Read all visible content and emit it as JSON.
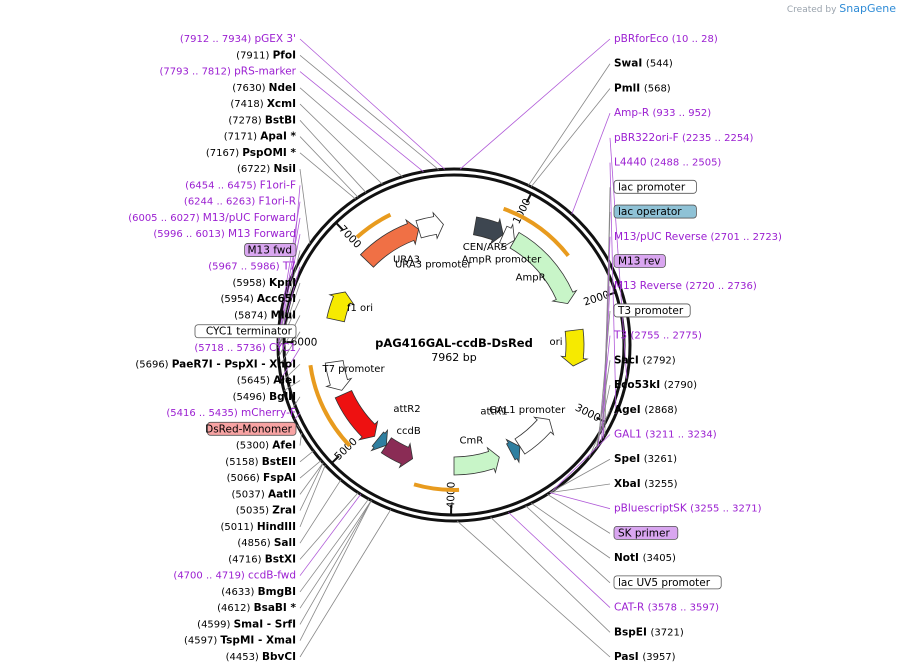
{
  "credit": {
    "prefix": "Created by",
    "brand": "SnapGene"
  },
  "plasmid": {
    "name": "pAG416GAL-ccdB-DsRed",
    "size": "7962 bp"
  },
  "ticks": [
    {
      "label": "1000",
      "angle": 27
    },
    {
      "label": "2000",
      "angle": 72
    },
    {
      "label": "3000",
      "angle": 117
    },
    {
      "label": "4000",
      "angle": 181
    },
    {
      "label": "5000",
      "angle": 226
    },
    {
      "label": "6000",
      "angle": 271
    },
    {
      "label": "7000",
      "angle": 316
    }
  ],
  "features": [
    {
      "name": "CEN/ARS",
      "color": "#3d4650",
      "a1": 10,
      "a2": 24,
      "dir": "cw"
    },
    {
      "name": "AmpR promoter",
      "color": "#ffffff",
      "a1": 24,
      "a2": 30,
      "dir": "cw"
    },
    {
      "name": "AmpR",
      "color": "#c8f5c8",
      "a1": 30,
      "a2": 70,
      "dir": "cw"
    },
    {
      "name": "ori",
      "color": "#f6ea00",
      "a1": 83,
      "a2": 100,
      "dir": "cw"
    },
    {
      "name": "GAL1 promoter",
      "color": "#ffffff",
      "a1": 128,
      "a2": 147,
      "dir": "ccw"
    },
    {
      "name": "attR1",
      "color": "#2f7fa0",
      "a1": 147,
      "a2": 152,
      "dir": "ccw"
    },
    {
      "name": "CmR",
      "color": "#c8f5c8",
      "a1": 158,
      "a2": 180,
      "dir": "ccw"
    },
    {
      "name": "ccdB",
      "color": "#8a2c55",
      "a1": 200,
      "a2": 214,
      "dir": "ccw"
    },
    {
      "name": "attR2",
      "color": "#2f7fa0",
      "a1": 214,
      "a2": 219,
      "dir": "ccw"
    },
    {
      "name": "DsRed",
      "color": "#ee1111",
      "a1": 221,
      "a2": 246,
      "dir": "ccw"
    },
    {
      "name": "T7 promoter",
      "color": "#ffffff",
      "a1": 248,
      "a2": 262,
      "dir": "ccw"
    },
    {
      "name": "f1 ori",
      "color": "#f6ea00",
      "a1": 282,
      "a2": 296,
      "dir": "cw"
    },
    {
      "name": "URA3",
      "color": "#f07045",
      "a1": 314,
      "a2": 343,
      "dir": "cw"
    },
    {
      "name": "URA3 promoter",
      "color": "#ffffff",
      "a1": 343,
      "a2": 355,
      "dir": "cw"
    }
  ],
  "center_labels": [
    {
      "text": "CEN/ARS"
    },
    {
      "text": "AmpR promoter"
    },
    {
      "text": "AmpR"
    },
    {
      "text": "ori"
    },
    {
      "text": "GAL1 promoter"
    },
    {
      "text": "attR1"
    },
    {
      "text": "CmR"
    },
    {
      "text": "ccdB"
    },
    {
      "text": "attR2"
    },
    {
      "text": "T7 promoter"
    },
    {
      "text": "f1 ori"
    },
    {
      "text": "URA3"
    },
    {
      "text": "URA3 promoter"
    }
  ],
  "outer_labels": [
    {
      "kind": "enz",
      "pos": "(7911)",
      "name": "PfoI",
      "angle": 355
    },
    {
      "kind": "prim",
      "pos": "(7912 .. 7934)",
      "name": "pGEX 3'",
      "angle": 357
    },
    {
      "kind": "prim",
      "pos": "(10 .. 28)",
      "name": "pBRforEco",
      "angle": 2
    },
    {
      "kind": "prim",
      "pos": "(7793 .. 7812)",
      "name": "pRS-marker",
      "angle": 350
    },
    {
      "kind": "enz",
      "pos": "(7630)",
      "name": "NdeI",
      "angle": 343
    },
    {
      "kind": "enz",
      "pos": "(7418)",
      "name": "XcmI",
      "angle": 336
    },
    {
      "kind": "enz",
      "pos": "(7278)",
      "name": "BstBI",
      "angle": 330
    },
    {
      "kind": "enz",
      "pos": "(7171)",
      "name": "ApaI *",
      "angle": 327
    },
    {
      "kind": "enz",
      "pos": "(7167)",
      "name": "PspOMI *",
      "angle": 326
    },
    {
      "kind": "enz",
      "pos": "(6722)",
      "name": "NsiI",
      "angle": 305
    },
    {
      "kind": "prim",
      "pos": "(6454 .. 6475)",
      "name": "F1ori-F",
      "angle": 293
    },
    {
      "kind": "prim",
      "pos": "(6244 .. 6263)",
      "name": "F1ori-R",
      "angle": 284
    },
    {
      "kind": "prim",
      "pos": "(6005 .. 6027)",
      "name": "M13/pUC Forward",
      "angle": 272
    },
    {
      "kind": "prim",
      "pos": "(5996 .. 6013)",
      "name": "M13 Forward",
      "angle": 271
    },
    {
      "kind": "box",
      "name": "M13 fwd",
      "angle": 271
    },
    {
      "kind": "prim",
      "pos": "(5967 .. 5986)",
      "name": "T7",
      "angle": 270
    },
    {
      "kind": "enz",
      "pos": "(5958)",
      "name": "KpnI",
      "angle": 269
    },
    {
      "kind": "enz",
      "pos": "(5954)",
      "name": "Acc65I",
      "angle": 269
    },
    {
      "kind": "enz",
      "pos": "(5874)",
      "name": "MluI",
      "angle": 266
    },
    {
      "kind": "box",
      "name": "CYC1 terminator",
      "angle": 263
    },
    {
      "kind": "prim",
      "pos": "(5718 .. 5736)",
      "name": "CYC1",
      "angle": 259
    },
    {
      "kind": "enz",
      "pos": "(5696)",
      "name": "PaeR7I  - PspXI  - XhoI",
      "angle": 258
    },
    {
      "kind": "enz",
      "pos": "(5645)",
      "name": "AleI",
      "angle": 255
    },
    {
      "kind": "enz",
      "pos": "(5496)",
      "name": "BglII",
      "angle": 248
    },
    {
      "kind": "prim",
      "pos": "(5416 .. 5435)",
      "name": "mCherry-F",
      "angle": 245
    },
    {
      "kind": "box",
      "name": "DsRed-Monomer",
      "angle": 243
    },
    {
      "kind": "enz",
      "pos": "(5300)",
      "name": "AfeI",
      "angle": 240
    },
    {
      "kind": "enz",
      "pos": "(5158)",
      "name": "BstEII",
      "angle": 233
    },
    {
      "kind": "enz",
      "pos": "(5066)",
      "name": "FspAI",
      "angle": 229
    },
    {
      "kind": "enz",
      "pos": "(5037)",
      "name": "AatII",
      "angle": 228
    },
    {
      "kind": "enz",
      "pos": "(5035)",
      "name": "ZraI",
      "angle": 228
    },
    {
      "kind": "enz",
      "pos": "(5011)",
      "name": "HindIII",
      "angle": 227
    },
    {
      "kind": "enz",
      "pos": "(4856)",
      "name": "SalI",
      "angle": 220
    },
    {
      "kind": "enz",
      "pos": "(4716)",
      "name": "BstXI",
      "angle": 213
    },
    {
      "kind": "prim",
      "pos": "(4700 .. 4719)",
      "name": "ccdB-fwd",
      "angle": 212
    },
    {
      "kind": "enz",
      "pos": "(4633)",
      "name": "BmgBI",
      "angle": 209
    },
    {
      "kind": "enz",
      "pos": "(4612)",
      "name": "BsaBI *",
      "angle": 208
    },
    {
      "kind": "enz",
      "pos": "(4599)",
      "name": "SmaI  - SrfI",
      "angle": 208
    },
    {
      "kind": "enz",
      "pos": "(4597)",
      "name": "TspMI  - XmaI",
      "angle": 208
    },
    {
      "kind": "enz",
      "pos": "(4453)",
      "name": "BbvCI",
      "angle": 201
    },
    {
      "kind": "enz",
      "pos": "(3957)",
      "name": "PasI",
      "angle": 179
    },
    {
      "kind": "enz",
      "pos": "(3721)",
      "name": "BspEI",
      "angle": 168
    },
    {
      "kind": "prim",
      "pos": "(3578 .. 3597)",
      "name": "CAT-R",
      "angle": 162
    },
    {
      "kind": "box",
      "name": "lac UV5 promoter",
      "angle": 156
    },
    {
      "kind": "enz",
      "pos": "(3405)",
      "name": "NotI",
      "angle": 154
    },
    {
      "kind": "box",
      "name": "SK primer",
      "angle": 148
    },
    {
      "kind": "enz",
      "pos": "(3261)",
      "name": "SpeI",
      "angle": 147
    },
    {
      "kind": "enz",
      "pos": "(3255)",
      "name": "XbaI",
      "angle": 147
    },
    {
      "kind": "prim",
      "pos": "(3255 .. 3271)",
      "name": "pBluescriptSK",
      "angle": 147
    },
    {
      "kind": "prim",
      "pos": "(3211 .. 3234)",
      "name": "GAL1",
      "angle": 146
    },
    {
      "kind": "enz",
      "pos": "(2868)",
      "name": "AgeI",
      "angle": 130
    },
    {
      "kind": "enz",
      "pos": "(2792)",
      "name": "SacI",
      "angle": 126
    },
    {
      "kind": "enz",
      "pos": "(2790)",
      "name": "Eco53kI",
      "angle": 126
    },
    {
      "kind": "box",
      "name": "T3 promoter",
      "angle": 125
    },
    {
      "kind": "prim",
      "pos": "(2755 .. 2775)",
      "name": "T3",
      "angle": 125
    },
    {
      "kind": "box",
      "name": "M13 rev",
      "angle": 123
    },
    {
      "kind": "prim",
      "pos": "(2720 .. 2736)",
      "name": "M13 Reverse",
      "angle": 123
    },
    {
      "kind": "box",
      "name": "lac operator",
      "angle": 122
    },
    {
      "kind": "prim",
      "pos": "(2701 .. 2723)",
      "name": "M13/pUC Reverse",
      "angle": 122
    },
    {
      "kind": "box",
      "name": "lac promoter",
      "angle": 121
    },
    {
      "kind": "prim",
      "pos": "(2488 .. 2505)",
      "name": "L4440",
      "angle": 113
    },
    {
      "kind": "prim",
      "pos": "(2235 .. 2254)",
      "name": "pBR322ori-F",
      "angle": 101
    },
    {
      "kind": "prim",
      "pos": "(933 .. 952)",
      "name": "Amp-R",
      "angle": 42
    },
    {
      "kind": "enz",
      "pos": "(544)",
      "name": "SwaI",
      "angle": 25
    },
    {
      "kind": "enz",
      "pos": "(568)",
      "name": "PmlI",
      "angle": 26
    }
  ],
  "box_colors": {
    "M13 fwd": "#d9a6f0",
    "CYC1 terminator": "#ffffff",
    "DsRed-Monomer": "#f7a3a3",
    "lac UV5 promoter": "#ffffff",
    "SK primer": "#d9a6f0",
    "T3 promoter": "#ffffff",
    "M13 rev": "#d9a6f0",
    "lac operator": "#8fc2d6",
    "lac promoter": "#ffffff"
  }
}
